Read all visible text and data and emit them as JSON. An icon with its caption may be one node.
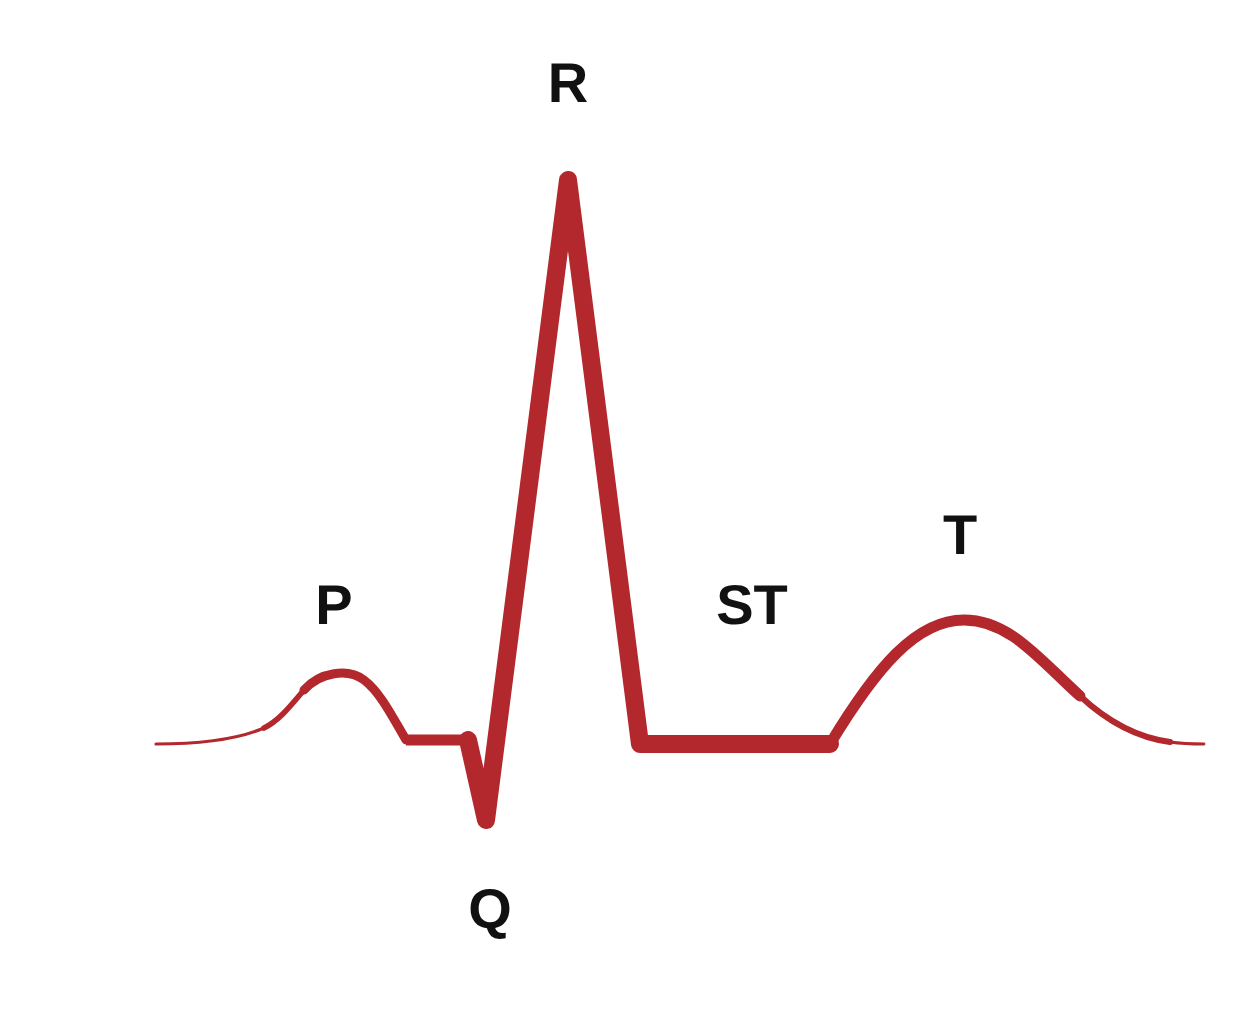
{
  "diagram": {
    "labels": [
      "R",
      "T",
      "P",
      "ST",
      "Q"
    ]
  }
}
